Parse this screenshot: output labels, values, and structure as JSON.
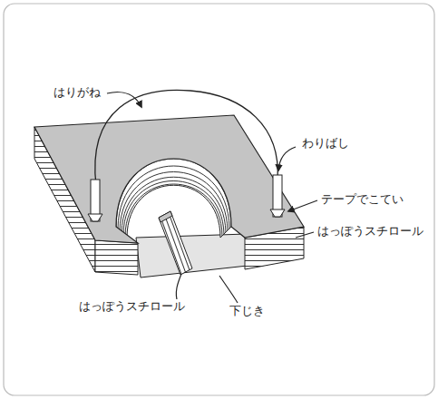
{
  "diagram": {
    "labels": [
      "はりがね",
      "わりばし",
      "テープでこてい",
      "はっぽうスチロール",
      "はっぽうスチロール",
      "下じき"
    ]
  }
}
